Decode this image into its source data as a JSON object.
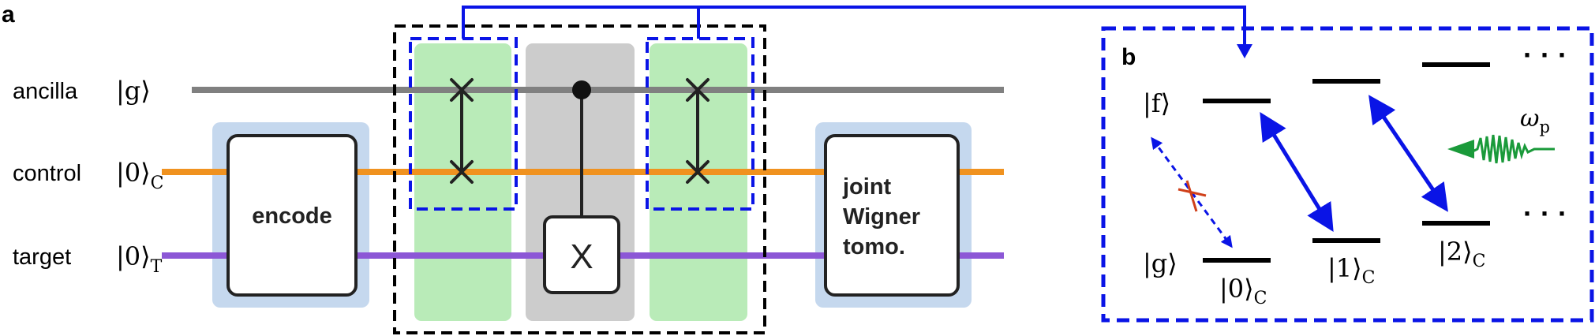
{
  "panel_a": {
    "label": "a",
    "qubits": [
      {
        "name": "ancilla",
        "ket": "|g⟩",
        "ket_sub": "",
        "color": "#808080"
      },
      {
        "name": "control",
        "ket": "|0⟩",
        "ket_sub": "C",
        "color": "#f0921f"
      },
      {
        "name": "target",
        "ket": "|0⟩",
        "ket_sub": "T",
        "color": "#8c57d6"
      }
    ],
    "gates": {
      "encode": "encode",
      "cnot_target": "X",
      "wigner_line1": "joint",
      "wigner_line2": "Wigner",
      "wigner_line3": "tomo."
    },
    "colors": {
      "encode_bg": "#c5d8ee",
      "swap_bg": "#b9ebb8",
      "cnot_bg": "#cccccc",
      "highlight": "#0a14e6",
      "dashed_box": "#000000"
    }
  },
  "panel_b": {
    "label": "b",
    "ancilla_levels": [
      {
        "ket": "|f⟩",
        "sub": ""
      },
      {
        "ket": "|g⟩",
        "sub": ""
      }
    ],
    "cavity_levels": [
      {
        "ket": "|0⟩",
        "sub": "C"
      },
      {
        "ket": "|1⟩",
        "sub": "C"
      },
      {
        "ket": "|2⟩",
        "sub": "C"
      }
    ],
    "ellipsis_top": "· · ·",
    "ellipsis_bottom": "· · ·",
    "pump_label": "ω",
    "pump_sub": "p",
    "colors": {
      "arrow": "#0a14e6",
      "cross": "#d0401a",
      "pump": "#1a9a3a"
    }
  }
}
